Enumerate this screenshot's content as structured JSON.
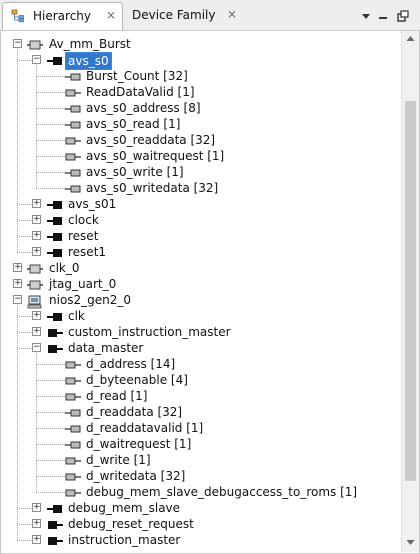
{
  "tabs": [
    {
      "label": "Hierarchy",
      "active": true,
      "close": "⨯"
    },
    {
      "label": "Device Family",
      "active": false,
      "close": "⨯"
    }
  ],
  "window_controls": [
    "view-menu-icon",
    "minimize-icon",
    "maximize-icon"
  ],
  "colors": {
    "selection": "#3178d0",
    "tab_bar": "#eeeeee",
    "scrollbar_thumb": "#c9c9c9"
  },
  "tree": [
    {
      "label": "Av_mm_Burst",
      "level": 0,
      "expander": "minus",
      "icon": "component-icon"
    },
    {
      "label": "avs_s0",
      "level": 1,
      "expander": "minus",
      "icon": "slave-interface-icon",
      "selected": true
    },
    {
      "label": "Burst_Count [32]",
      "level": 2,
      "icon": "signal-in-icon"
    },
    {
      "label": "ReadDataValid [1]",
      "level": 2,
      "icon": "signal-out-icon"
    },
    {
      "label": "avs_s0_address [8]",
      "level": 2,
      "icon": "signal-in-icon"
    },
    {
      "label": "avs_s0_read [1]",
      "level": 2,
      "icon": "signal-in-icon"
    },
    {
      "label": "avs_s0_readdata [32]",
      "level": 2,
      "icon": "signal-out-icon"
    },
    {
      "label": "avs_s0_waitrequest [1]",
      "level": 2,
      "icon": "signal-out-icon"
    },
    {
      "label": "avs_s0_write [1]",
      "level": 2,
      "icon": "signal-in-icon"
    },
    {
      "label": "avs_s0_writedata [32]",
      "level": 2,
      "icon": "signal-in-icon"
    },
    {
      "label": "avs_s01",
      "level": 1,
      "expander": "plus",
      "icon": "slave-interface-icon"
    },
    {
      "label": "clock",
      "level": 1,
      "expander": "plus",
      "icon": "slave-interface-icon"
    },
    {
      "label": "reset",
      "level": 1,
      "expander": "plus",
      "icon": "slave-interface-icon"
    },
    {
      "label": "reset1",
      "level": 1,
      "expander": "plus",
      "icon": "slave-interface-icon"
    },
    {
      "label": "clk_0",
      "level": 0,
      "expander": "plus",
      "icon": "component-icon"
    },
    {
      "label": "jtag_uart_0",
      "level": 0,
      "expander": "plus",
      "icon": "component-icon"
    },
    {
      "label": "nios2_gen2_0",
      "level": 0,
      "expander": "minus",
      "icon": "processor-icon"
    },
    {
      "label": "clk",
      "level": 1,
      "expander": "plus",
      "icon": "slave-interface-icon"
    },
    {
      "label": "custom_instruction_master",
      "level": 1,
      "expander": "plus",
      "icon": "master-interface-icon"
    },
    {
      "label": "data_master",
      "level": 1,
      "expander": "minus",
      "icon": "master-interface-icon"
    },
    {
      "label": "d_address [14]",
      "level": 2,
      "icon": "signal-out-icon"
    },
    {
      "label": "d_byteenable [4]",
      "level": 2,
      "icon": "signal-out-icon"
    },
    {
      "label": "d_read [1]",
      "level": 2,
      "icon": "signal-out-icon"
    },
    {
      "label": "d_readdata [32]",
      "level": 2,
      "icon": "signal-in-icon"
    },
    {
      "label": "d_readdatavalid [1]",
      "level": 2,
      "icon": "signal-in-icon"
    },
    {
      "label": "d_waitrequest [1]",
      "level": 2,
      "icon": "signal-in-icon"
    },
    {
      "label": "d_write [1]",
      "level": 2,
      "icon": "signal-out-icon"
    },
    {
      "label": "d_writedata [32]",
      "level": 2,
      "icon": "signal-out-icon"
    },
    {
      "label": "debug_mem_slave_debugaccess_to_roms [1]",
      "level": 2,
      "icon": "signal-out-icon"
    },
    {
      "label": "debug_mem_slave",
      "level": 1,
      "expander": "plus",
      "icon": "slave-interface-icon"
    },
    {
      "label": "debug_reset_request",
      "level": 1,
      "expander": "plus",
      "icon": "master-interface-icon"
    },
    {
      "label": "instruction_master",
      "level": 1,
      "expander": "plus",
      "icon": "master-interface-icon"
    }
  ]
}
